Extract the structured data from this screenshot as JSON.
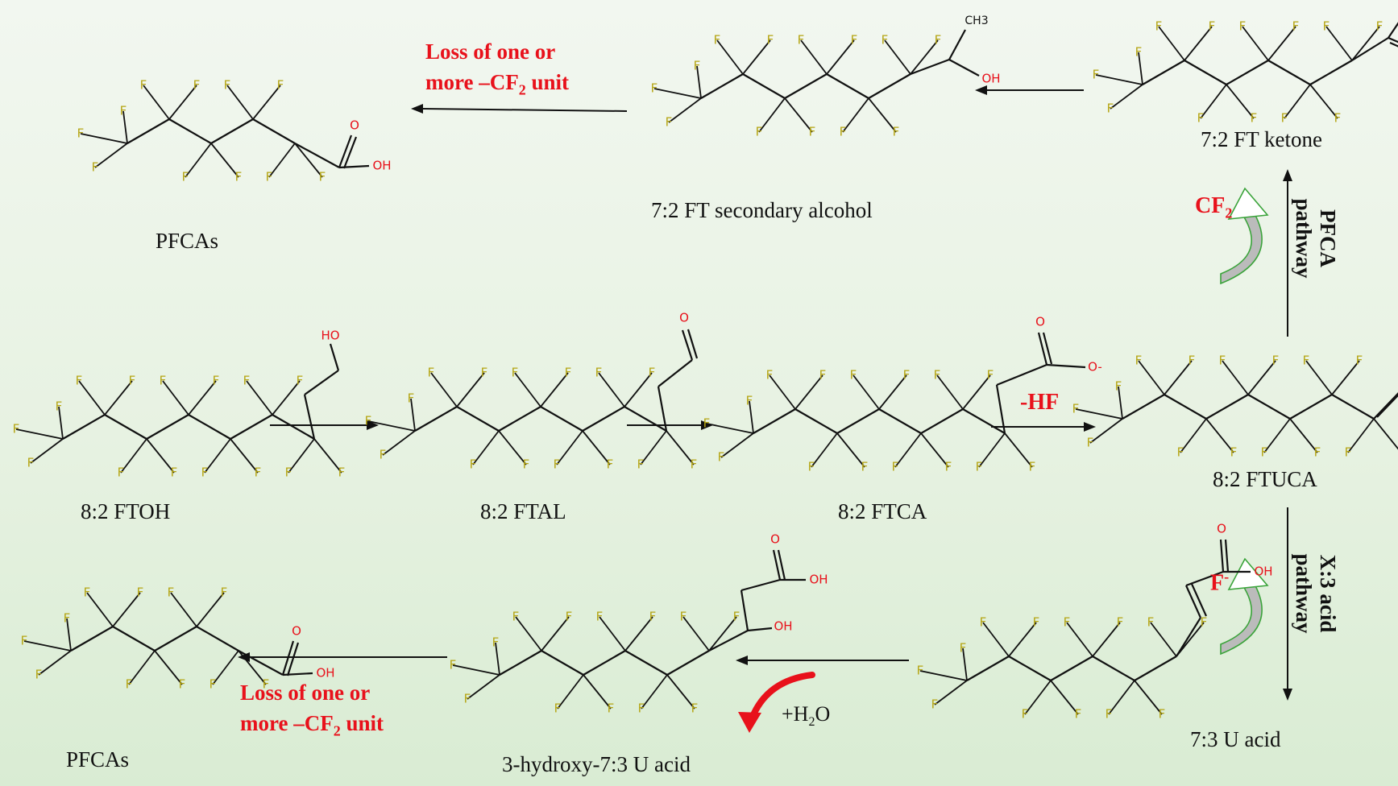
{
  "compounds": {
    "ftoh": "8:2 FTOH",
    "ftal": "8:2 FTAL",
    "ftca": "8:2 FTCA",
    "ftuca": "8:2 FTUCA",
    "ketone": "7:2 FT ketone",
    "sec_alcohol": "7:2 FT secondary alcohol",
    "pfcas_top": "PFCAs",
    "u_acid": "7:3 U acid",
    "hydroxy_u_acid": "3-hydroxy-7:3 U acid",
    "pfcas_bottom": "PFCAs"
  },
  "annotations": {
    "loss_line1": "Loss of one or",
    "loss_line2_a": "more –CF",
    "loss_line2_sub": "2",
    "loss_line2_b": " unit",
    "minus_hf": "-HF",
    "cf2_a": "CF",
    "cf2_sub": "2",
    "f_ion": "F",
    "f_sup": "-",
    "water_a": "+H",
    "water_sub": "2",
    "water_b": "O"
  },
  "pathways": {
    "pfca_line1": "PFCA",
    "pfca_line2": "pathway",
    "x3_line1": "X:3 acid",
    "x3_line2": "pathway"
  },
  "atoms": {
    "F": "F",
    "OH": "OH",
    "HO": "HO",
    "O": "O",
    "O_minus": "O-",
    "CH3": "CH3"
  },
  "colors": {
    "bond": "#111111",
    "fluorine": "#b5a514",
    "oxygen": "#e8111b",
    "annotation_red": "#e8111b",
    "curved_arrow_green": "#3aa33a",
    "curved_arrow_grey": "#bbbbbb"
  }
}
